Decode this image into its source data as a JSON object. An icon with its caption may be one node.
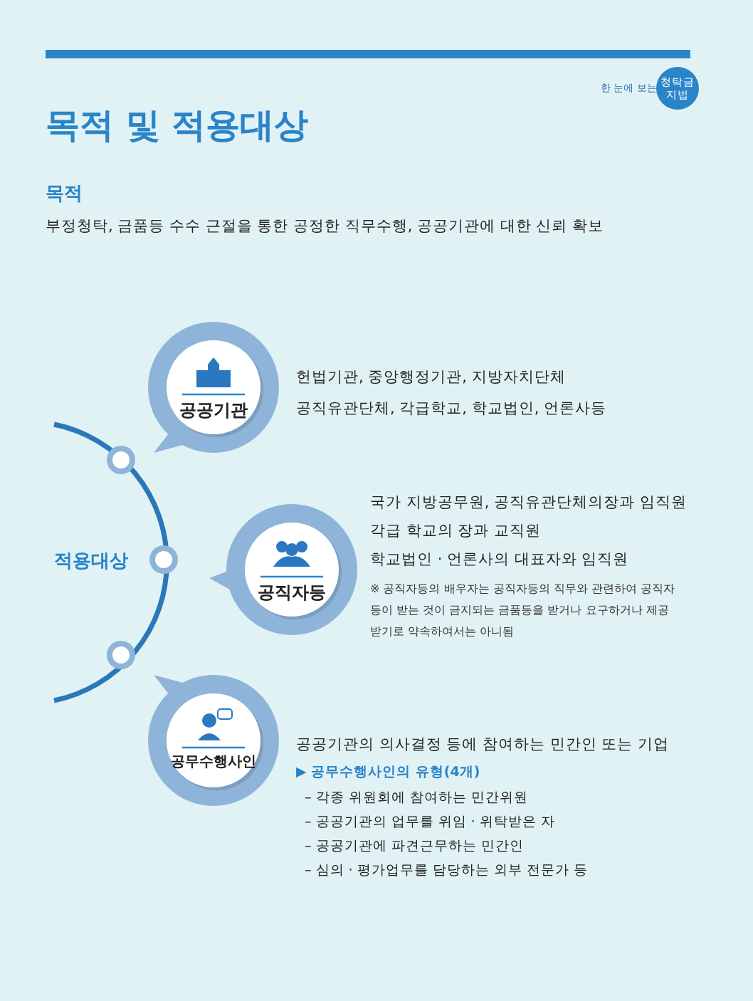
{
  "diagram": {
    "title": "목적 및 적용대상",
    "nodes": [
      {
        "text": [
          "적용대상"
        ]
      },
      {
        "text": [
          "공공기관"
        ],
        "beside": [
          "헌법기관, 중앙행정기관, 지방자치단체",
          "공직유관단체, 각급학교, 학교법인, 언론사등"
        ]
      },
      {
        "text": [
          "공직자등"
        ],
        "beside": [
          "국가 지방공무원, 공직유관단체의장과 임직원",
          "각급 학교의 장과 교직원",
          "학교법인 · 언론사의 대표자와 임직원",
          "※ 공직자등의 배우자는 공직자등의 직무와 관련하여 공직자등이 받는 것이 금지되는 금품등을 받거나 요구하거나 제공받기로 약속하여서는 아니됨"
        ]
      },
      {
        "text": [
          "공무수행사인"
        ],
        "beside": [
          "공공기관의 의사결정 등에 참여하는 민간인 또는 기업",
          "▶ 공무수행사인의 유형(4개)",
          "– 각종 위원회에 참여하는 민간위원",
          "– 공공기관의 업무를 위임 · 위탁받은 자",
          "– 공공기관에 파견근무하는 민간인",
          "– 심의 · 평가업무를 담당하는 외부 전문가 등"
        ]
      }
    ],
    "labels": [
      "한 눈에 보는",
      "청탁금지법",
      "목적",
      "부정청탁, 금품등 수수 근절을 통한 공정한 직무수행, 공공기관에 대한 신뢰 확보"
    ]
  }
}
